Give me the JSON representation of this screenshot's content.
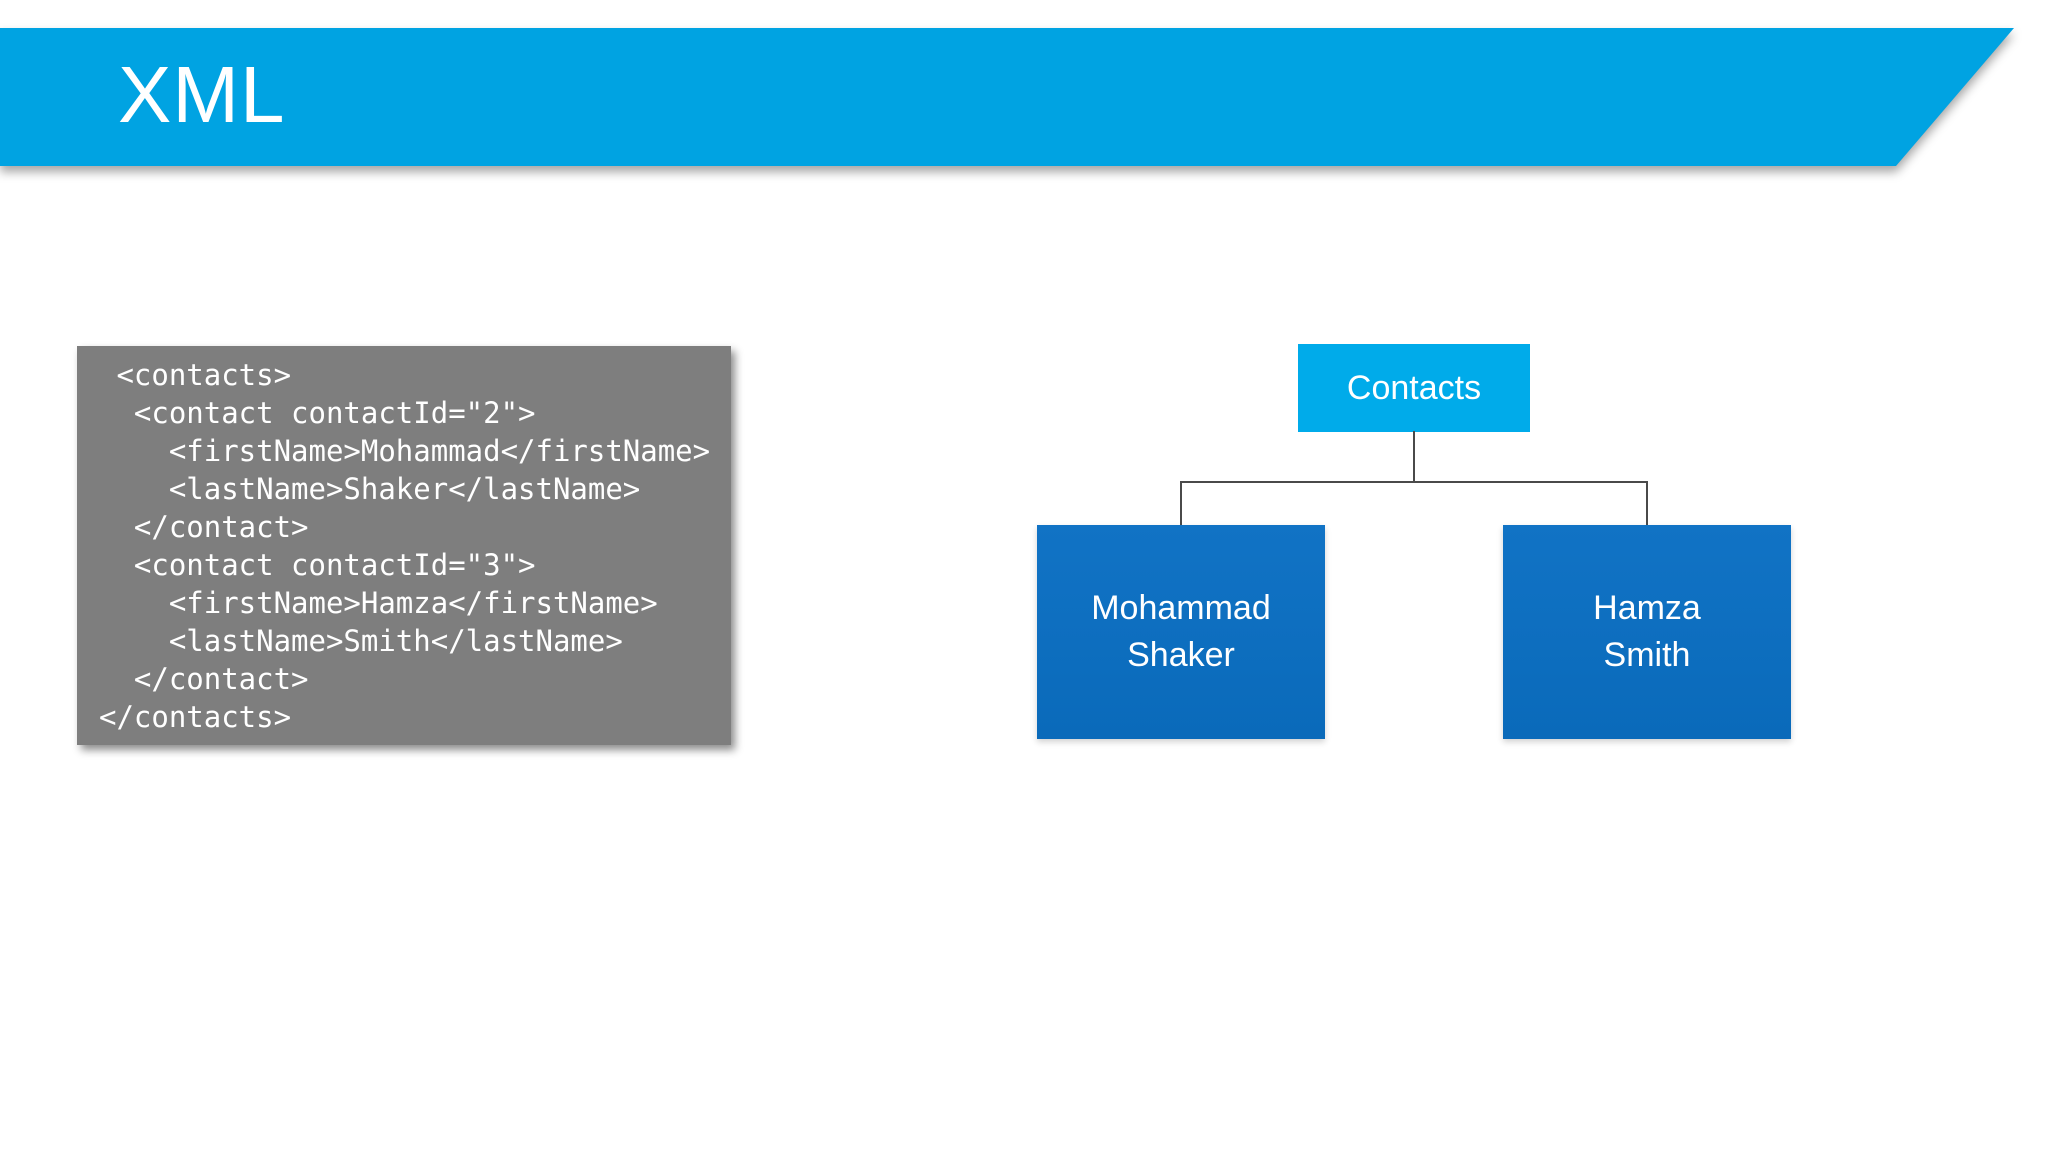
{
  "slide": {
    "title": "XML",
    "colors": {
      "banner": "#00A3E2",
      "banner_text": "#FFFFFF",
      "code_background": "#7E7E7E",
      "code_text": "#FFFFFF",
      "root_node": "#00ABEA",
      "child_node": "#0E6FC0",
      "node_text": "#FFFFFF",
      "connector": "#4A4A4A"
    },
    "code": {
      "lines": [
        " <contacts>",
        "  <contact contactId=\"2\">",
        "    <firstName>Mohammad</firstName>",
        "    <lastName>Shaker</lastName>",
        "  </contact>",
        "  <contact contactId=\"3\">",
        "    <firstName>Hamza</firstName>",
        "    <lastName>Smith</lastName>",
        "  </contact>",
        "</contacts>"
      ]
    },
    "diagram": {
      "type": "tree",
      "root": {
        "label": "Contacts"
      },
      "children": [
        {
          "label": "Mohammad Shaker",
          "line1": "Mohammad",
          "line2": "Shaker"
        },
        {
          "label": "Hamza Smith",
          "line1": "Hamza",
          "line2": "Smith"
        }
      ]
    }
  }
}
